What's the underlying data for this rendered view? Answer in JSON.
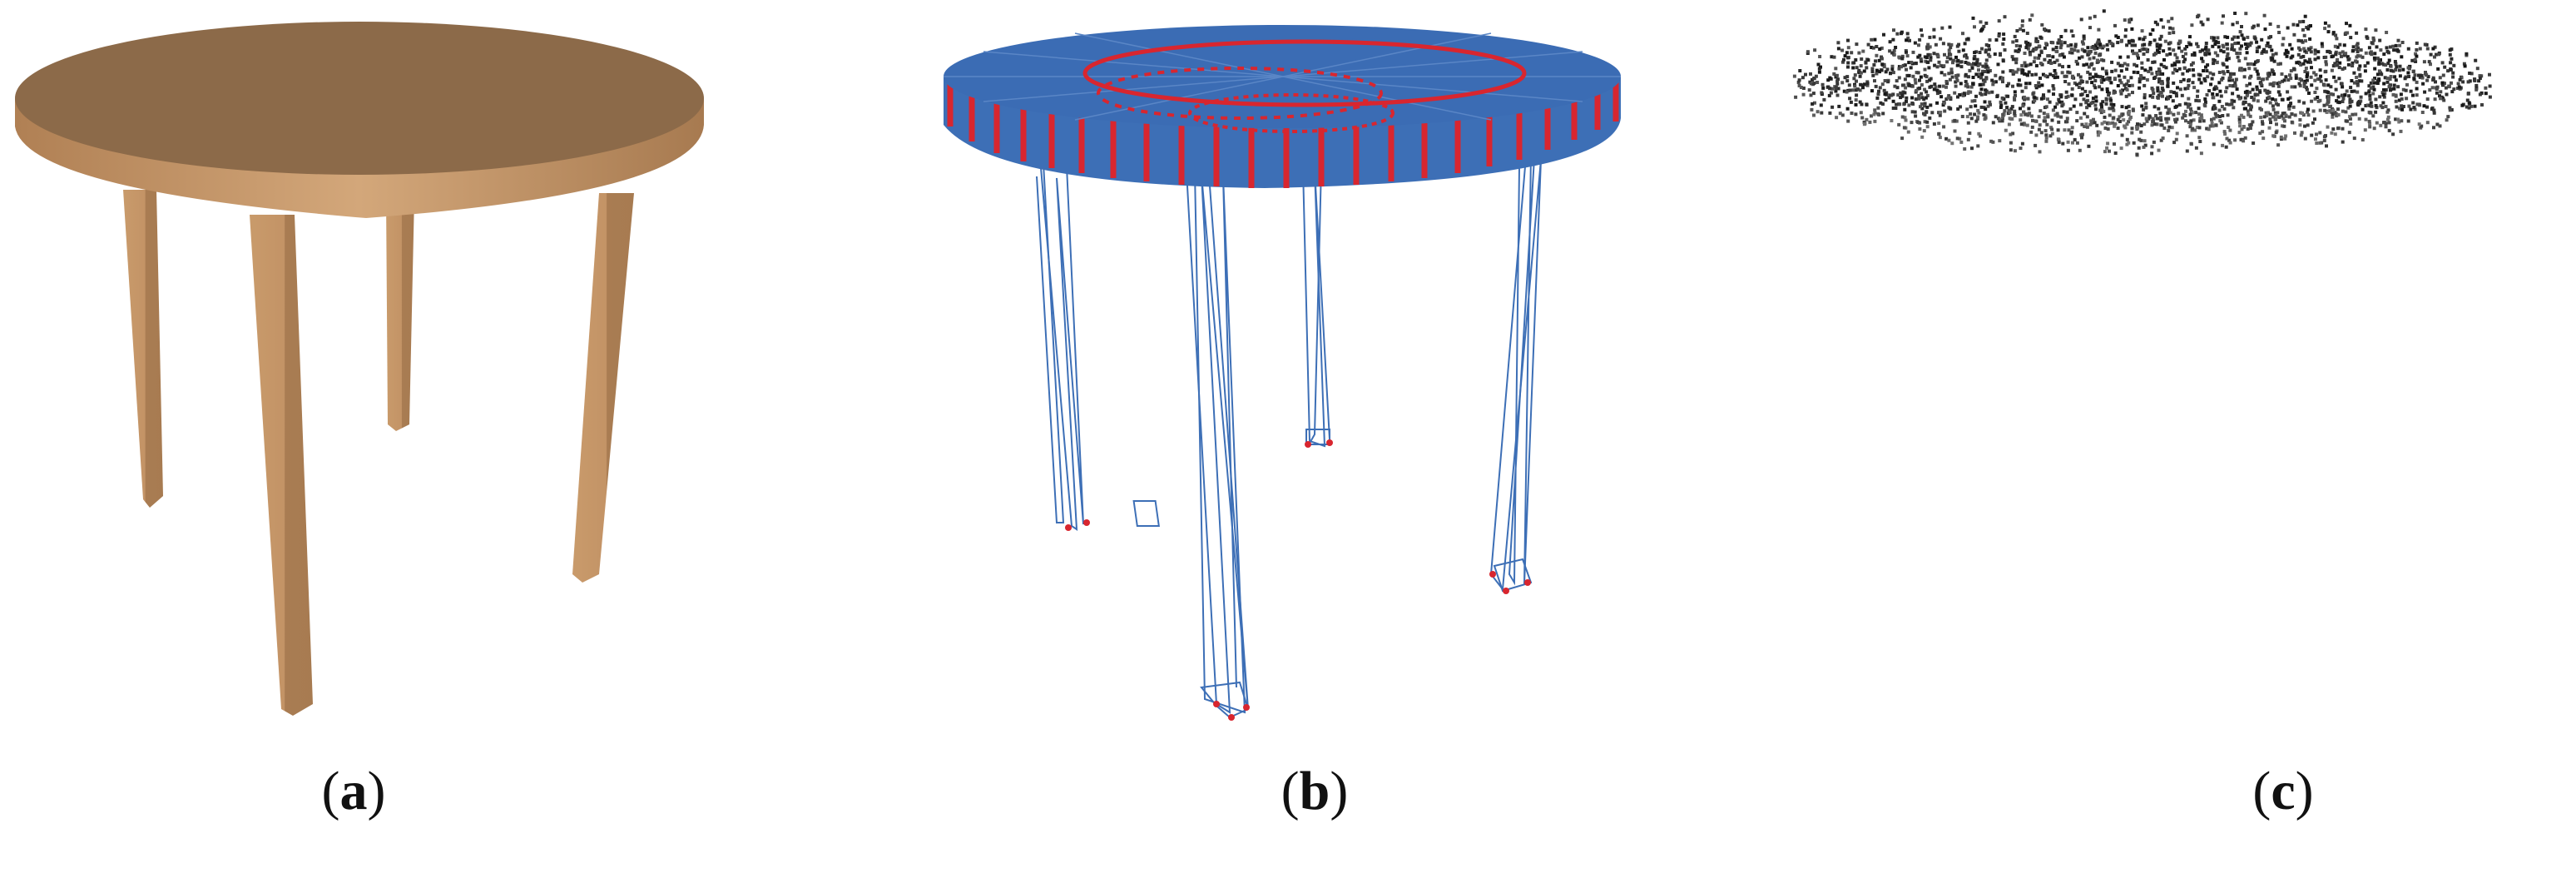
{
  "panels": [
    {
      "id": "a",
      "label": "a",
      "depiction": "solid-mesh-table"
    },
    {
      "id": "b",
      "label": "b",
      "depiction": "wireframe-mesh-table"
    },
    {
      "id": "c",
      "label": "c",
      "depiction": "point-cloud-table"
    }
  ],
  "colors": {
    "wood_light": "#c99a6a",
    "wood_mid": "#b88a5c",
    "wood_dark": "#8a6440",
    "wood_top": "#8c6a49",
    "wire_blue": "#3d6fb6",
    "vertex_red": "#d8262f",
    "point_dark": "#2a2a2a",
    "point_gray": "#8a8a8a"
  }
}
